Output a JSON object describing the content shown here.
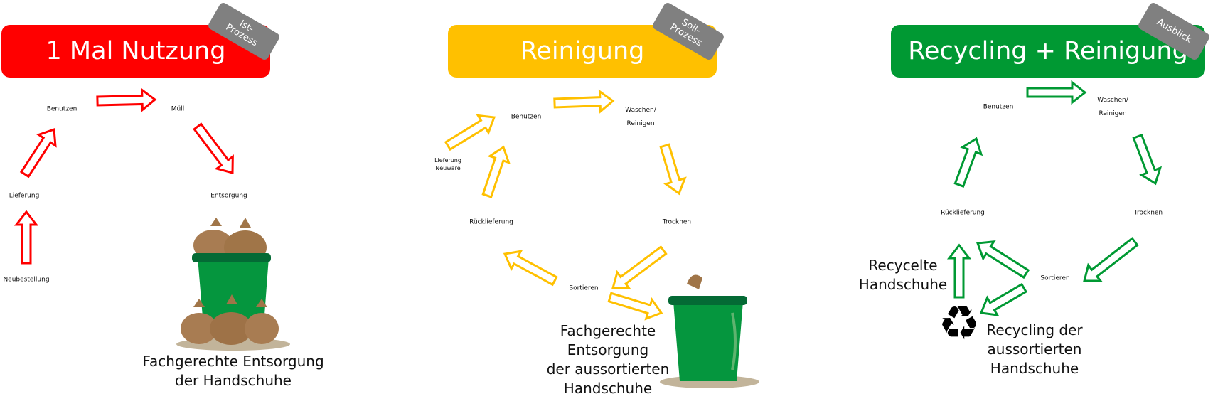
{
  "colors": {
    "red": "#ff0000",
    "yellow": "#ffc000",
    "green": "#009933",
    "badge": "#808080"
  },
  "panels": [
    {
      "title": "1 Mal Nutzung",
      "badge": "Ist-\nProzess",
      "steps": {
        "use": "Benutzen",
        "trash": "Müll",
        "delivery": "Lieferung",
        "disposal": "Entsorgung",
        "reorder": "Neubestellung"
      },
      "caption": [
        "Fachgerechte Entsorgung",
        "der Handschuhe"
      ]
    },
    {
      "title": "Reinigung",
      "badge": "Soll-\nProzess",
      "steps": {
        "use": "Benutzen",
        "wash": [
          "Waschen/",
          "Reinigen"
        ],
        "new_delivery": [
          "Lieferung",
          "Neuware"
        ],
        "return": "Rücklieferung",
        "dry": "Trocknen",
        "sort": "Sortieren"
      },
      "caption": [
        "Fachgerechte",
        "Entsorgung",
        "der aussortierten",
        "Handschuhe"
      ]
    },
    {
      "title": "Recycling + Reinigung",
      "badge": "Ausblick",
      "steps": {
        "use": "Benutzen",
        "wash": [
          "Waschen/",
          "Reinigen"
        ],
        "return": "Rücklieferung",
        "dry": "Trocknen",
        "sort": "Sortieren"
      },
      "recycled_caption": [
        "Recycelte",
        "Handschuhe"
      ],
      "caption": [
        "Recycling der",
        "aussortierten",
        "Handschuhe"
      ],
      "icon": "recycle-icon"
    }
  ]
}
